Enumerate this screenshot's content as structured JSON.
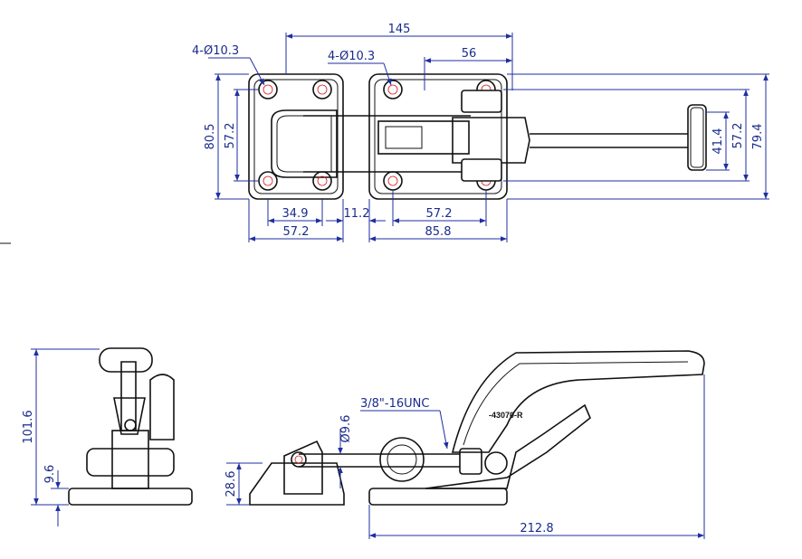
{
  "dimensions": {
    "hole_left": "4-Ø10.3",
    "hole_mid": "4-Ø10.3",
    "overall_width": "145",
    "hook_width": "56",
    "height_80_5": "80.5",
    "height_57_2_left": "57.2",
    "height_41_4": "41.4",
    "height_57_2_right": "57.2",
    "height_79_4": "79.4",
    "hole_spacing_34_9": "34.9",
    "gap_11_2": "11.2",
    "hole_spacing_57_2": "57.2",
    "base_57_2": "57.2",
    "base_85_8": "85.8",
    "side_height": "101.6",
    "side_base": "9.6",
    "hook_height": "28.6",
    "thread": "3/8\"-16UNC",
    "rod_diameter": "Ø9.6",
    "total_length": "212.8"
  },
  "part_label": "-43070-R"
}
